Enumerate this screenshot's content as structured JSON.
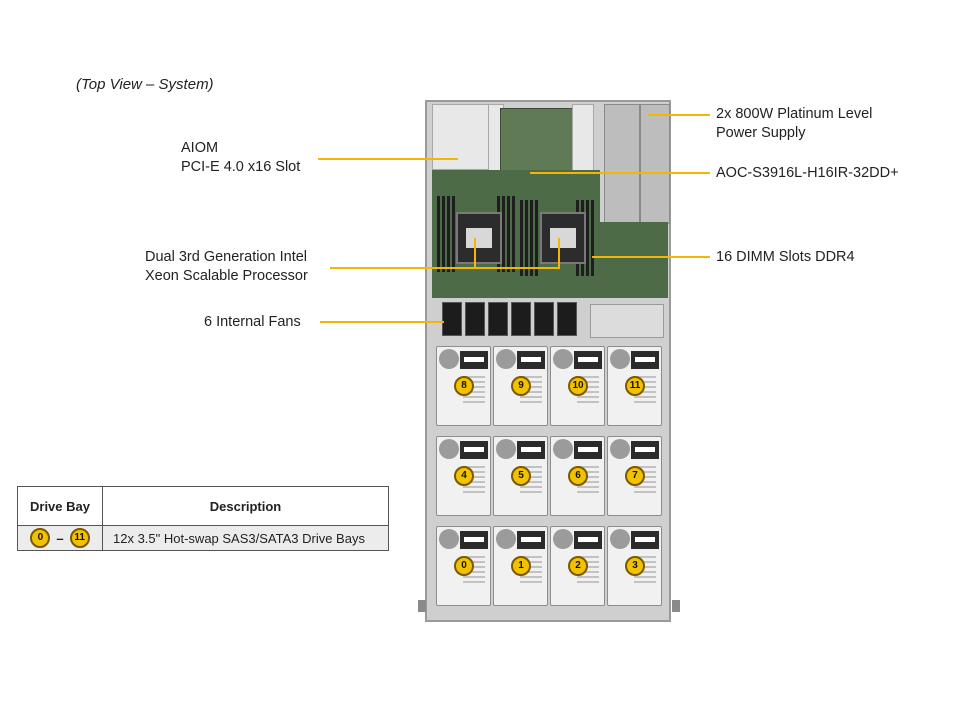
{
  "caption": "(Top View – System)",
  "callouts": {
    "aiom": [
      "AIOM",
      "PCI-E 4.0 x16 Slot"
    ],
    "cpu": [
      "Dual 3rd Generation Intel",
      "Xeon Scalable Processor"
    ],
    "fans": "6 Internal  Fans",
    "psu": [
      "2x 800W Platinum Level",
      "Power Supply"
    ],
    "aoc": "AOC-S3916L-H16IR-32DD+",
    "dimm": "16 DIMM Slots DDR4"
  },
  "drive_bays": {
    "row1": [
      "8",
      "9",
      "10",
      "11"
    ],
    "row2": [
      "4",
      "5",
      "6",
      "7"
    ],
    "row3": [
      "0",
      "1",
      "2",
      "3"
    ]
  },
  "table": {
    "headers": [
      "Drive Bay",
      "Description"
    ],
    "row": {
      "from": "0",
      "dash": "–",
      "to": "11",
      "description": "12x 3.5\" Hot-swap  SAS3/SATA3 Drive  Bays"
    }
  },
  "colors": {
    "leader": "#f2b705",
    "badge": "#f2c200",
    "motherboard": "#4d6b47"
  }
}
